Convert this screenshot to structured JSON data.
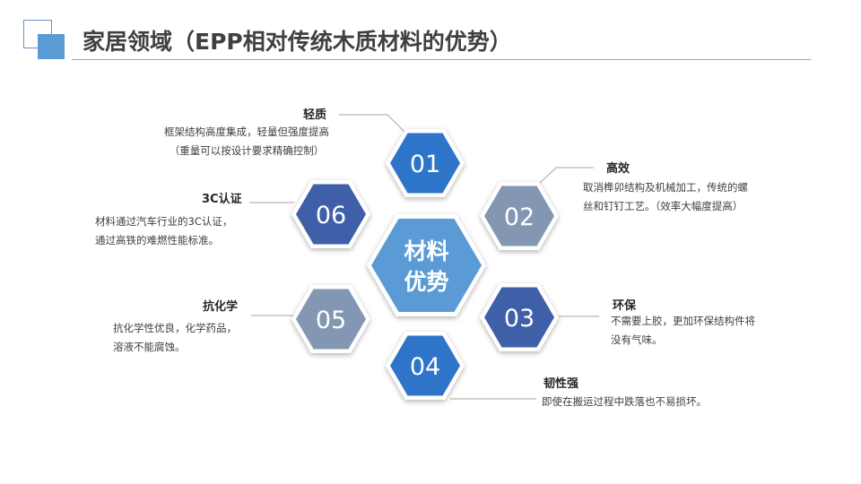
{
  "title": "家居领域（EPP相对传统木质材料的优势）",
  "center": {
    "line1": "材料",
    "line2": "优势",
    "color": "#5b9bd5"
  },
  "items": [
    {
      "num": "01",
      "color": "#2e75c9",
      "heading": "轻质",
      "lines": [
        "框架结构高度集成，轻量但强度提高",
        "（重量可以按设计要求精确控制）"
      ]
    },
    {
      "num": "02",
      "color": "#8397b3",
      "heading": "高效",
      "lines": [
        "取消榫卯结构及机械加工，传统的螺",
        "丝和钉钉工艺。（效率大幅度提高）"
      ]
    },
    {
      "num": "03",
      "color": "#3f5fa8",
      "heading": "环保",
      "lines": [
        "不需要上胶，更加环保结构件将",
        "没有气味。"
      ]
    },
    {
      "num": "04",
      "color": "#2e75c9",
      "heading": "韧性强",
      "lines": [
        "即使在搬运过程中跌落也不易损坏。"
      ]
    },
    {
      "num": "05",
      "color": "#8397b3",
      "heading": "抗化学",
      "lines": [
        "抗化学性优良，化学药品，",
        "溶液不能腐蚀。"
      ]
    },
    {
      "num": "06",
      "color": "#3f5fa8",
      "heading": "3C认证",
      "lines": [
        "材料通过汽车行业的3C认证，",
        "通过高铁的难燃性能标准。"
      ]
    }
  ]
}
